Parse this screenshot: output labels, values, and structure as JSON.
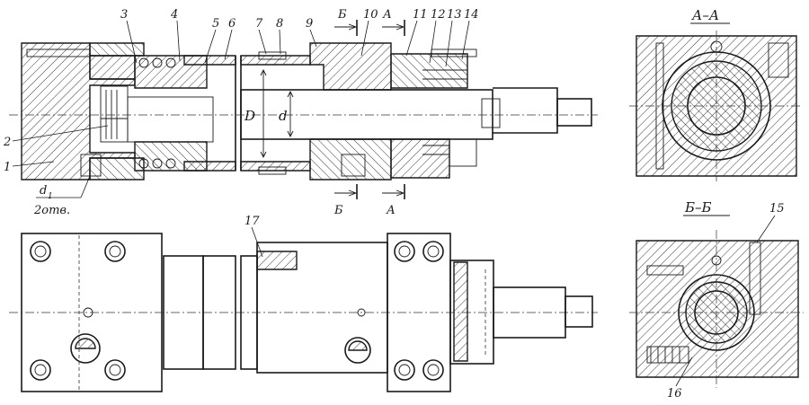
{
  "labels": {
    "part_numbers": [
      "1",
      "2",
      "3",
      "4",
      "5",
      "6",
      "7",
      "8",
      "9",
      "10",
      "11",
      "12",
      "13",
      "14",
      "15",
      "16",
      "17"
    ],
    "section_aa": "А–А",
    "section_bb": "Б–Б",
    "cut_b": "Б",
    "cut_a": "А",
    "dim_big_d": "D",
    "dim_small_d": "d",
    "dim_d1": "d",
    "dim_d1_sub": "1",
    "holes_note": "2отв."
  }
}
